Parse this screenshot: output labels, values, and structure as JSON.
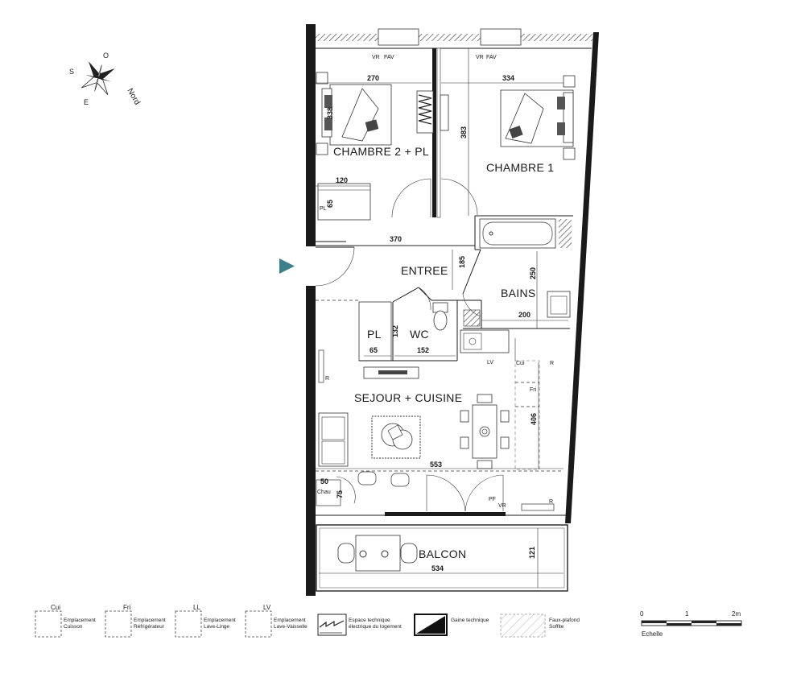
{
  "rooms": {
    "chambre2": "CHAMBRE 2 + PL",
    "chambre1": "CHAMBRE 1",
    "entree": "ENTREE",
    "bains": "BAINS",
    "pl": "PL",
    "wc": "WC",
    "sejour": "SEJOUR + CUISINE",
    "balcon": "BALCON"
  },
  "dimensions": {
    "d270": "270",
    "d334": "334",
    "d338": "338",
    "d383": "383",
    "d120": "120",
    "d65a": "65",
    "d370": "370",
    "d185": "185",
    "d250": "250",
    "d200": "200",
    "d132": "132",
    "d65b": "65",
    "d152": "152",
    "d406": "406",
    "d553": "553",
    "d50": "50",
    "d75": "75",
    "d121": "121",
    "d534": "534"
  },
  "annotations": {
    "vr1": "VR",
    "fav1": "FAV",
    "vr2": "VR",
    "fav2": "FAV",
    "pl_small": "PL",
    "r1": "R",
    "r2": "R",
    "r3": "R",
    "lv": "LV",
    "cui": "Cui",
    "fri": "Fri",
    "chau": "Chau",
    "pf": "PF",
    "vr3": "VR"
  },
  "compass": {
    "n": "Nord",
    "s": "S",
    "o": "O",
    "e": "E"
  },
  "legend": [
    {
      "code": "Cui",
      "line1": "Emplacement",
      "line2": "Cuisson"
    },
    {
      "code": "Fri",
      "line1": "Emplacement",
      "line2": "Réfrigérateur"
    },
    {
      "code": "LL",
      "line1": "Emplacement",
      "line2": "Lave-Linge"
    },
    {
      "code": "LV",
      "line1": "Emplacement",
      "line2": "Lave-Vaisselle"
    },
    {
      "code": "",
      "line1": "Espace technique",
      "line2": "électrique du logement"
    },
    {
      "code": "",
      "line1": "Gaine technique",
      "line2": ""
    },
    {
      "code": "",
      "line1": "Faux-plafond",
      "line2": "Soffite"
    }
  ],
  "scale": {
    "t0": "0",
    "t1": "1",
    "t2": "2m",
    "label": "Echelle"
  },
  "colors": {
    "entry_arrow": "#3d7f8a",
    "walls": "#1a1a1a"
  },
  "icons": {
    "entry": "entry-arrow-icon",
    "compass": "compass-rose-icon"
  }
}
